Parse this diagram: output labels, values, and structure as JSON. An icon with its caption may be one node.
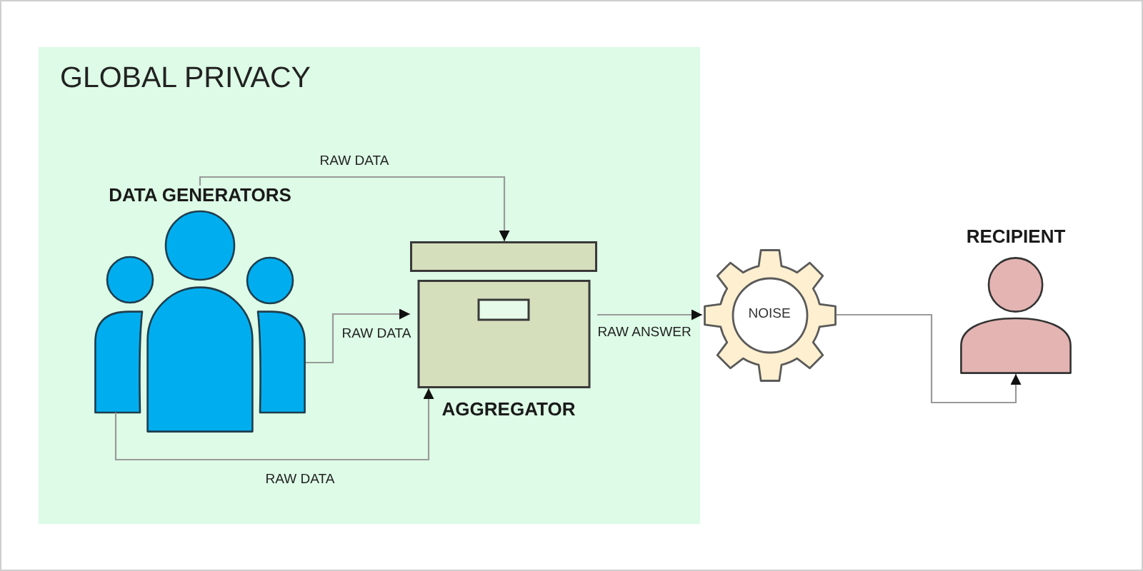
{
  "diagram": {
    "nodes": [
      {
        "text": [
          "GLOBAL PRIVACY"
        ]
      },
      {
        "text": [
          "DATA GENERATORS"
        ],
        "in": 0
      },
      {
        "text": [
          "AGGREGATOR"
        ],
        "in": 0
      },
      {
        "text": [
          "NOISE"
        ]
      },
      {
        "text": [
          "RECIPIENT"
        ]
      }
    ],
    "edges": [
      {
        "from": 1,
        "to": 2,
        "arrow": "to",
        "label": "RAW DATA"
      },
      {
        "from": 1,
        "to": 2,
        "arrow": "to",
        "label": "RAW DATA"
      },
      {
        "from": 1,
        "to": 2,
        "arrow": "to",
        "label": "RAW DATA"
      },
      {
        "from": 2,
        "to": 3,
        "arrow": "to",
        "label": "RAW ANSWER"
      },
      {
        "from": 3,
        "to": 4,
        "arrow": "to"
      }
    ]
  }
}
